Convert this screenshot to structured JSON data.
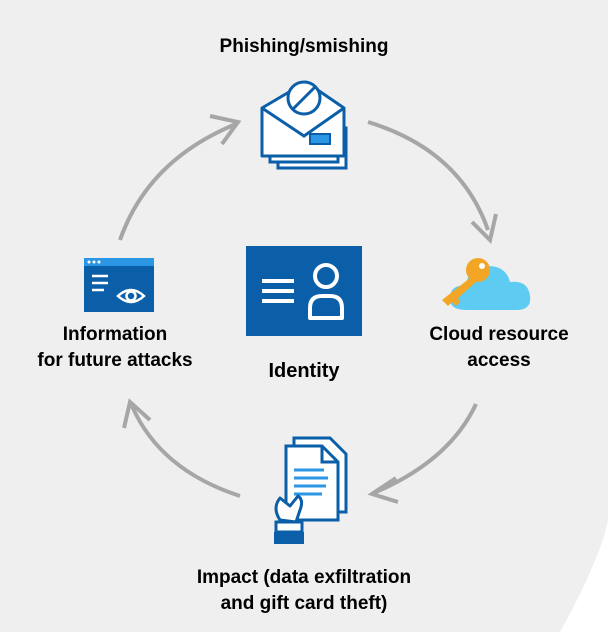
{
  "diagram": {
    "center": {
      "label": "Identity",
      "icon": "identity-card-icon"
    },
    "nodes": [
      {
        "id": "phishing",
        "lines": [
          "Phishing/smishing"
        ],
        "icon": "phishing-envelope-icon"
      },
      {
        "id": "cloud",
        "lines": [
          "Cloud resource",
          "access"
        ],
        "icon": "cloud-key-icon"
      },
      {
        "id": "impact",
        "lines": [
          "Impact (data exfiltration",
          "and gift card theft)"
        ],
        "icon": "document-hand-icon"
      },
      {
        "id": "info",
        "lines": [
          "Information",
          "for future attacks"
        ],
        "icon": "browser-eye-icon"
      }
    ],
    "colors": {
      "primary_blue": "#0a5fa8",
      "light_blue": "#2b96e3",
      "arrow_gray": "#a6a6a6",
      "key_orange": "#f3a626",
      "cloud_blue": "#5ecbf3"
    }
  }
}
